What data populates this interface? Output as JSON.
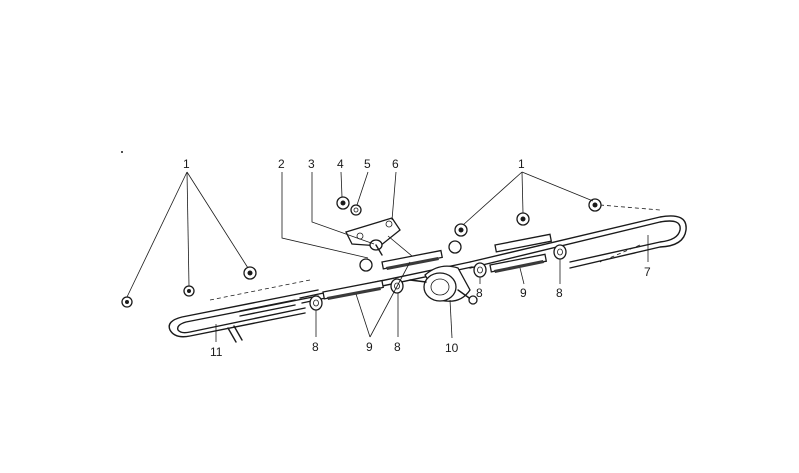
{
  "diagram": {
    "callouts": [
      {
        "id": "c1a",
        "label": "1"
      },
      {
        "id": "c1b",
        "label": "1"
      },
      {
        "id": "c2",
        "label": "2"
      },
      {
        "id": "c3",
        "label": "3"
      },
      {
        "id": "c4",
        "label": "4"
      },
      {
        "id": "c5",
        "label": "5"
      },
      {
        "id": "c6",
        "label": "6"
      },
      {
        "id": "c7",
        "label": "7"
      },
      {
        "id": "c8a",
        "label": "8"
      },
      {
        "id": "c8b",
        "label": "8"
      },
      {
        "id": "c8c",
        "label": "8"
      },
      {
        "id": "c8d",
        "label": "8"
      },
      {
        "id": "c9a",
        "label": "9"
      },
      {
        "id": "c9b",
        "label": "9"
      },
      {
        "id": "c10",
        "label": "10"
      },
      {
        "id": "c11",
        "label": "11"
      }
    ]
  }
}
